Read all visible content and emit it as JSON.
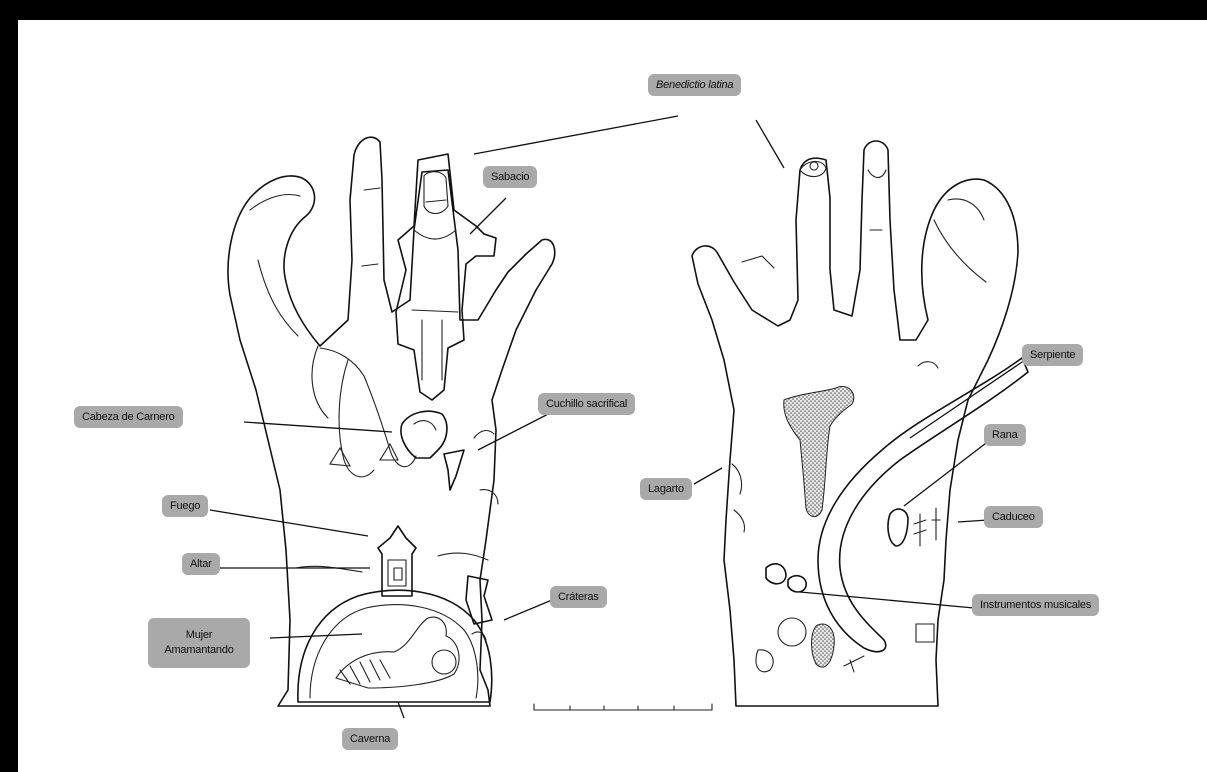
{
  "colors": {
    "background": "#000000",
    "paper": "#ffffff",
    "label_fill": "#a9a9a9",
    "ink": "#111111"
  },
  "labels": {
    "benedictio": "Benedictio latina",
    "sabacio": "Sabacio",
    "cabeza": "Cabeza de Carnero",
    "cuchillo": "Cuchillo sacrifical",
    "fuego": "Fuego",
    "altar": "Altar",
    "mujer": "Mujer Amamantando",
    "crateras": "Cráteras",
    "caverna": "Caverna",
    "lagarto": "Lagarto",
    "serpiente": "Serpiente",
    "rana": "Rana",
    "caduceo": "Caduceo",
    "instrumentos": "Instrumentos musicales"
  }
}
